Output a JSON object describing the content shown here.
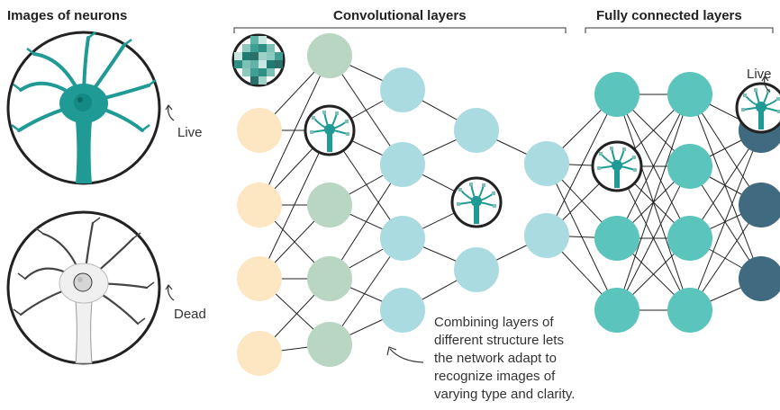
{
  "headers": {
    "images_of_neurons": "Images of neurons",
    "convolutional_layers": "Convolutional layers",
    "fully_connected_layers": "Fully connected layers"
  },
  "labels": {
    "live": "Live",
    "dead": "Dead",
    "output_live": "Live"
  },
  "caption": [
    "Combining layers of",
    "different structure lets",
    "the network adapt to",
    "recognize images of",
    "varying type and clarity."
  ],
  "colors": {
    "input_node": "#fde7c2",
    "conv1_node": "#b9d6c3",
    "conv_node": "#a9dbe0",
    "fc_node": "#5bc4bd",
    "output_node": "#3f6a80",
    "neuron_live": "#1f9a94",
    "neuron_dead": "#9a9a9a",
    "edge": "#222222"
  },
  "icons": [
    "neuron-live-icon",
    "neuron-dead-icon",
    "pixel-patch-icon",
    "mini-neuron-icon"
  ]
}
